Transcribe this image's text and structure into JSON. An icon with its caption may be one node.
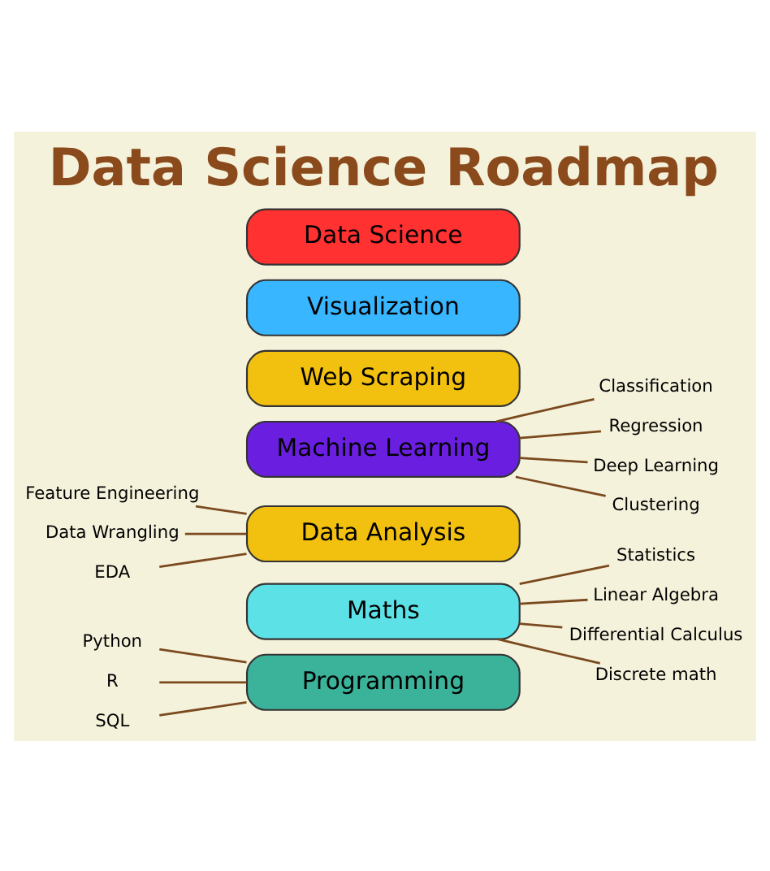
{
  "diagram": {
    "title": "Data Science Roadmap",
    "nodes": [
      {
        "text": [
          "Python"
        ]
      },
      {
        "text": [
          "R"
        ]
      },
      {
        "text": [
          "SQL"
        ]
      },
      {
        "text": [
          "Programming"
        ]
      },
      {
        "text": [
          "Maths"
        ]
      },
      {
        "text": [
          "Statistics"
        ]
      },
      {
        "text": [
          "Linear Algebra"
        ]
      },
      {
        "text": [
          "Differential Calculus"
        ]
      },
      {
        "text": [
          "Discrete math"
        ]
      },
      {
        "text": [
          "Feature Engineering"
        ]
      },
      {
        "text": [
          "Data Wrangling"
        ]
      },
      {
        "text": [
          "EDA"
        ]
      },
      {
        "text": [
          "Data Analysis"
        ]
      },
      {
        "text": [
          "Machine Learning"
        ]
      },
      {
        "text": [
          "Classification"
        ]
      },
      {
        "text": [
          "Regression"
        ]
      },
      {
        "text": [
          "Deep Learning"
        ]
      },
      {
        "text": [
          "Clustering"
        ]
      },
      {
        "text": [
          "Web Scraping"
        ]
      },
      {
        "text": [
          "Visualization"
        ]
      },
      {
        "text": [
          "Data Science"
        ]
      }
    ],
    "edges": [
      {
        "from": 0,
        "to": 3,
        "arrow": "none"
      },
      {
        "from": 1,
        "to": 3,
        "arrow": "none"
      },
      {
        "from": 2,
        "to": 3,
        "arrow": "none"
      },
      {
        "from": 4,
        "to": 5,
        "arrow": "none"
      },
      {
        "from": 4,
        "to": 6,
        "arrow": "none"
      },
      {
        "from": 4,
        "to": 7,
        "arrow": "none"
      },
      {
        "from": 4,
        "to": 8,
        "arrow": "none"
      },
      {
        "from": 9,
        "to": 12,
        "arrow": "none"
      },
      {
        "from": 10,
        "to": 12,
        "arrow": "none"
      },
      {
        "from": 11,
        "to": 12,
        "arrow": "none"
      },
      {
        "from": 13,
        "to": 14,
        "arrow": "none"
      },
      {
        "from": 13,
        "to": 15,
        "arrow": "none"
      },
      {
        "from": 13,
        "to": 16,
        "arrow": "none"
      },
      {
        "from": 13,
        "to": 17,
        "arrow": "none"
      }
    ]
  }
}
